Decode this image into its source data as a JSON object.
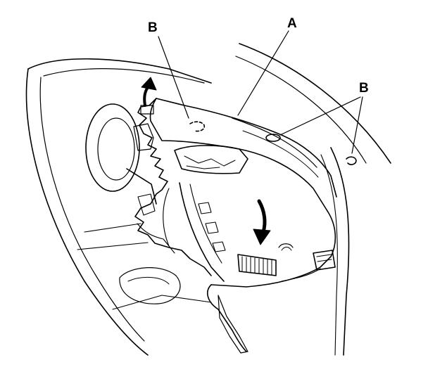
{
  "callouts": {
    "a": "A",
    "b_left": "B",
    "b_right": "B"
  },
  "colors": {
    "line": "#000000",
    "background": "#ffffff"
  }
}
